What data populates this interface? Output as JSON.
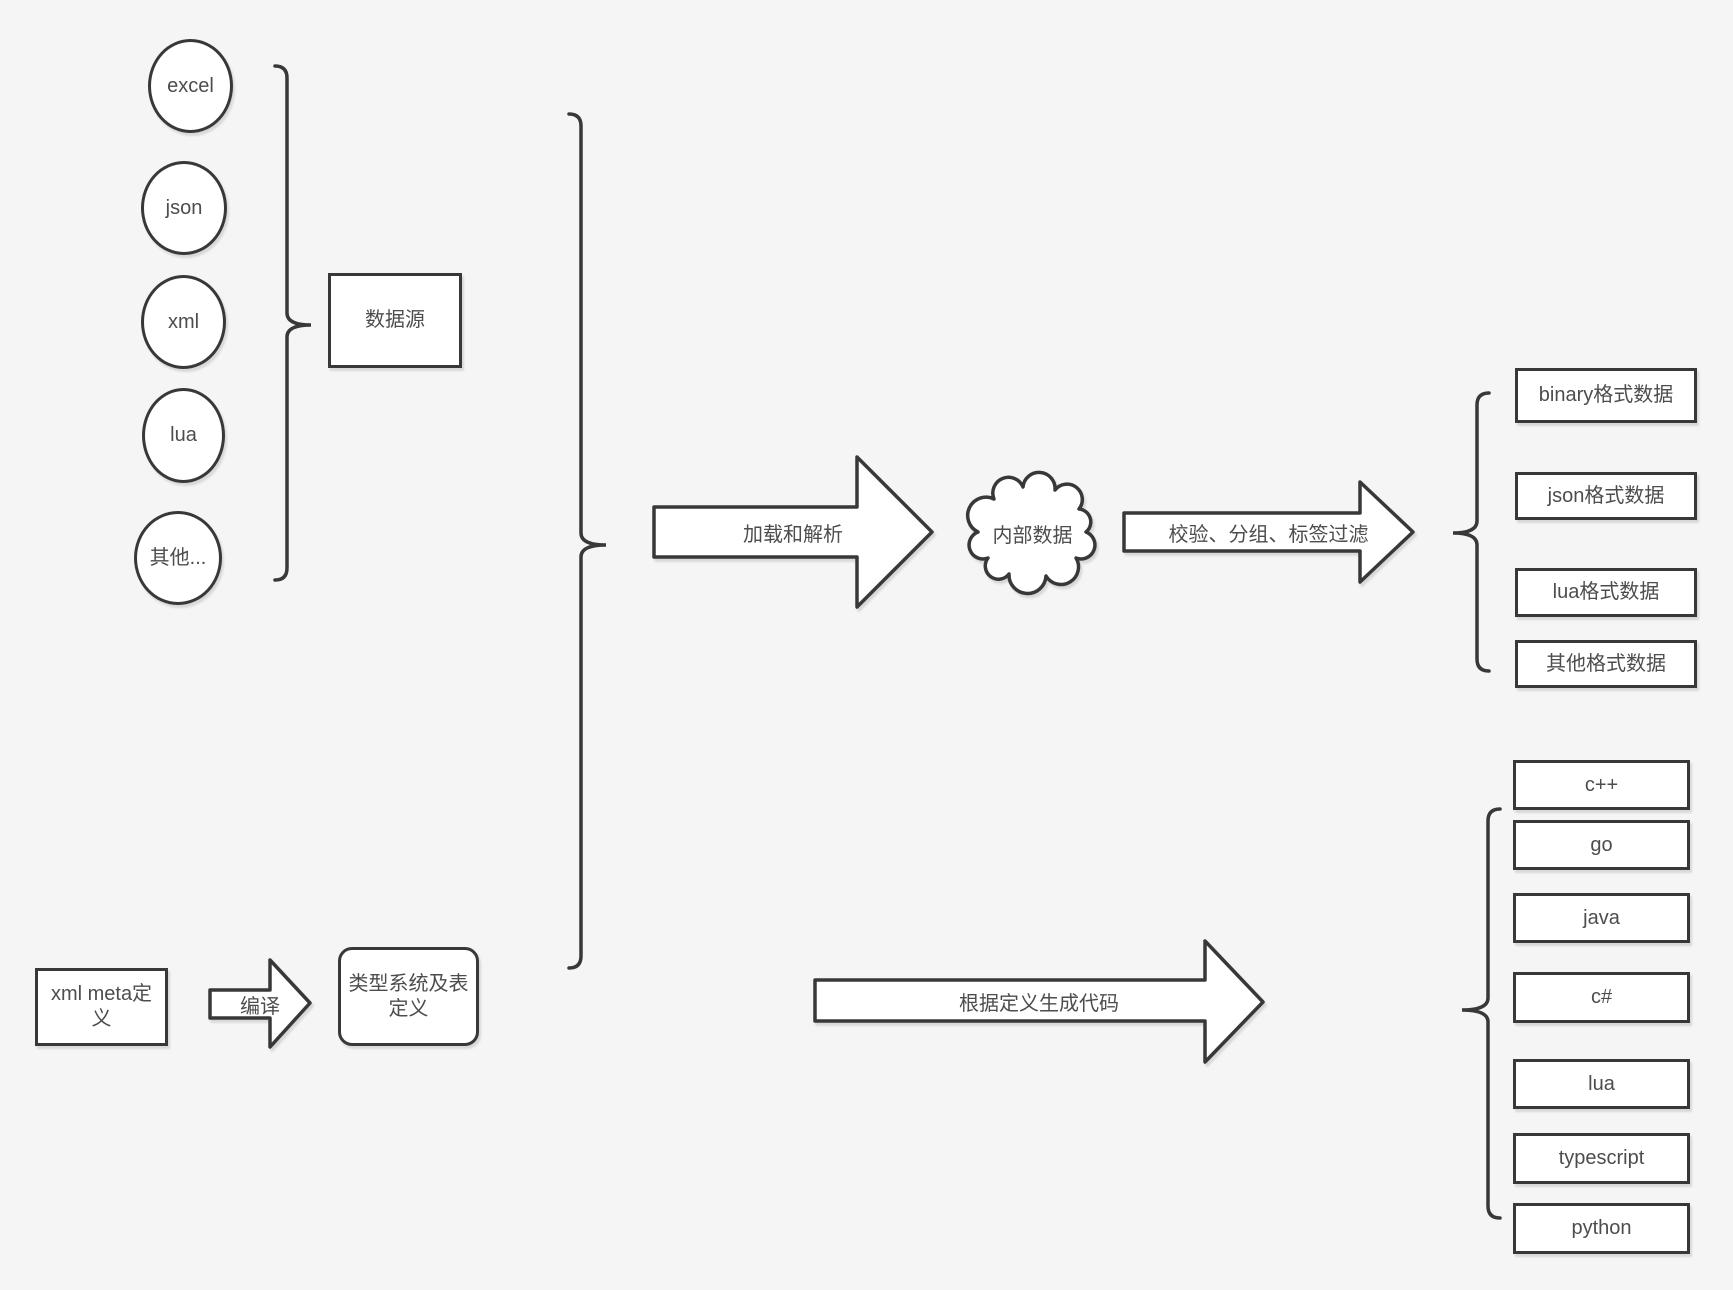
{
  "colors": {
    "background": "#f5f5f5",
    "stroke": "#383838",
    "text": "#4d4d4d",
    "shape_fill": "#ffffff"
  },
  "sources": {
    "group_label": "数据源",
    "items": [
      "excel",
      "json",
      "xml",
      "lua",
      "其他..."
    ]
  },
  "pipeline": {
    "load_arrow_label": "加载和解析",
    "internal_data_label": "内部数据",
    "filter_arrow_label": "校验、分组、标签过滤"
  },
  "data_outputs": {
    "items": [
      "binary格式数据",
      "json格式数据",
      "lua格式数据",
      "其他格式数据"
    ]
  },
  "definition_flow": {
    "xml_meta_label": "xml meta定义",
    "compile_arrow_label": "编译",
    "type_system_label": "类型系统及表定义",
    "generate_arrow_label": "根据定义生成代码"
  },
  "languages": {
    "items": [
      "c++",
      "go",
      "java",
      "c#",
      "lua",
      "typescript",
      "python"
    ]
  }
}
